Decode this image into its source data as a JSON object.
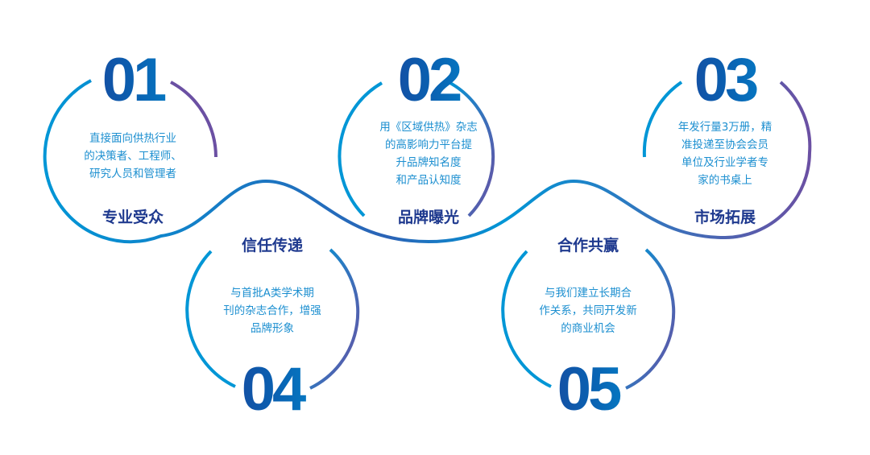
{
  "colors": {
    "line_blue": "#0096d6",
    "line_purple": "#6b50a3",
    "title": "#1f3a8f",
    "text": "#1c8fd0"
  },
  "items": [
    {
      "number": "01",
      "title": "专业受众",
      "lines": [
        "直接面向供热行业",
        "的决策者、工程师、",
        "研究人员和管理者"
      ]
    },
    {
      "number": "02",
      "title": "品牌曝光",
      "lines": [
        "用《区域供热》杂志",
        "的高影响力平台提",
        "升品牌知名度",
        "和产品认知度"
      ]
    },
    {
      "number": "03",
      "title": "市场拓展",
      "lines": [
        "年发行量3万册，精",
        "准投递至协会会员",
        "单位及行业学者专",
        "家的书桌上"
      ]
    },
    {
      "number": "04",
      "title": "信任传递",
      "lines": [
        "与首批A类学术期",
        "刊的杂志合作，增强",
        "品牌形象"
      ]
    },
    {
      "number": "05",
      "title": "合作共赢",
      "lines": [
        "与我们建立长期合",
        "作关系，共同开发新",
        "的商业机会"
      ]
    }
  ]
}
